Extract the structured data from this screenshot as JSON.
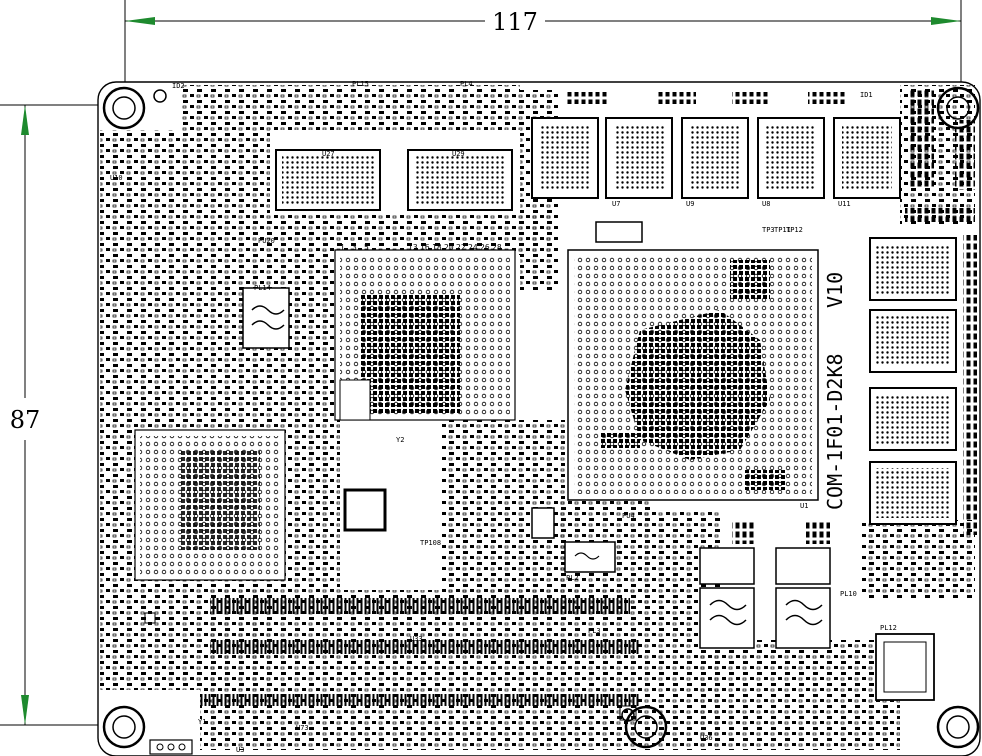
{
  "dimensions": {
    "width_label": "117",
    "height_label": "87"
  },
  "board": {
    "model_label": "COM-1F01-D2K8",
    "version_label": "V10"
  },
  "silkscreen": {
    "pin_row": [
      "1",
      "3",
      "5",
      "13",
      "16",
      "18",
      "20",
      "22",
      "24",
      "26",
      "28"
    ],
    "refdes": [
      "ID2",
      "PL15",
      "PL4",
      "ID1",
      "U27",
      "U29",
      "U10",
      "PL14",
      "PU20",
      "U7",
      "U8",
      "U9",
      "U11",
      "TP3",
      "TP11",
      "TP12",
      "U1",
      "U33",
      "PL3",
      "PL2",
      "PU4",
      "PL12",
      "PL10",
      "TP108",
      "U3",
      "U36",
      "U73",
      "Y1",
      "Y2"
    ]
  },
  "colors": {
    "ink": "#000000",
    "paper": "#ffffff",
    "dimension_arrow": "#1e8a2e"
  }
}
